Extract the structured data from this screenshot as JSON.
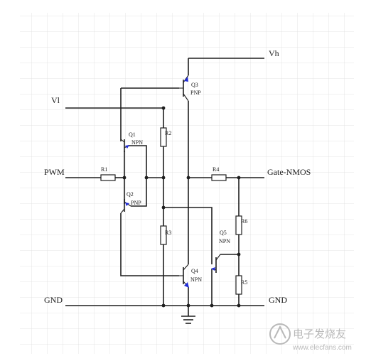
{
  "nets": {
    "vh": "Vh",
    "vl": "Vl",
    "pwm": "PWM",
    "gate": "Gate-NMOS",
    "gnd_left": "GND",
    "gnd_right": "GND"
  },
  "components": {
    "q1": {
      "ref": "Q1",
      "type": "NPN"
    },
    "q2": {
      "ref": "Q2",
      "type": "PNP"
    },
    "q3": {
      "ref": "Q3",
      "type": "PNP"
    },
    "q4": {
      "ref": "Q4",
      "type": "NPN"
    },
    "q5": {
      "ref": "Q5",
      "type": "NPN"
    },
    "r1": "R1",
    "r2": "R2",
    "r3": "R3",
    "r4": "R4",
    "r5": "R5",
    "r6": "R6"
  },
  "watermark": {
    "name": "电子发烧友",
    "site": "www.elecfans.com"
  },
  "colors": {
    "wire": "#1f1f1f",
    "arrow": "#1f2bd8",
    "grid": "#dcdcdc",
    "watermark": "#b9b9b9"
  }
}
